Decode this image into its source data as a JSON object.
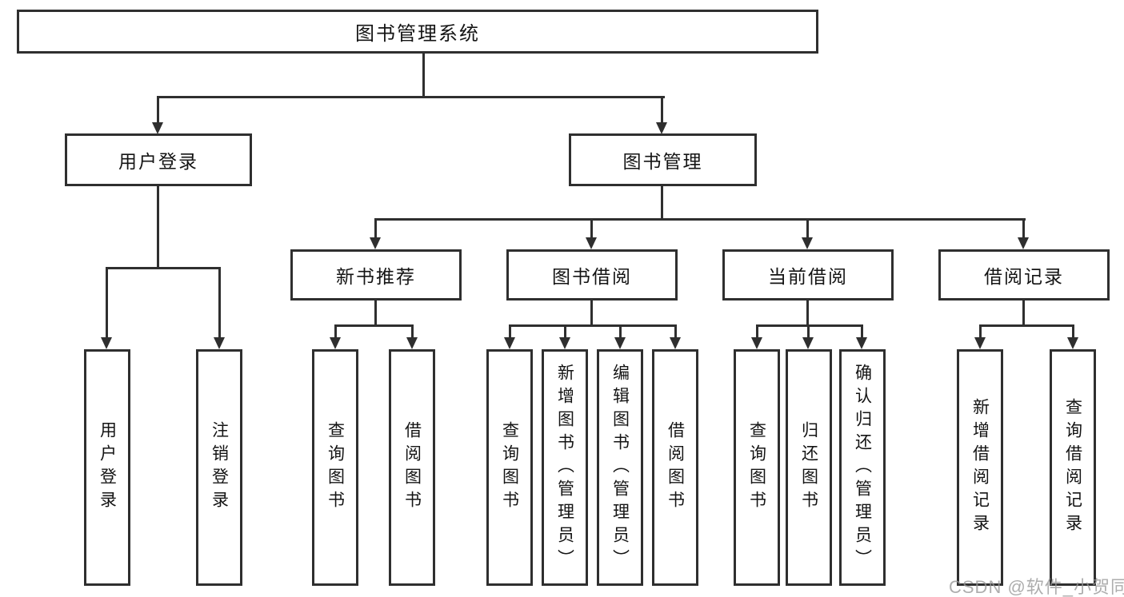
{
  "root": {
    "label": "图书管理系统"
  },
  "level2": {
    "user_login": "用户登录",
    "book_mgmt": "图书管理"
  },
  "level3": {
    "new_book": "新书推荐",
    "borrow": "图书借阅",
    "current": "当前借阅",
    "records": "借阅记录"
  },
  "leaves": {
    "user_login_children": [
      "用户登录",
      "注销登录"
    ],
    "new_book_children": [
      "查询图书",
      "借阅图书"
    ],
    "borrow_children": [
      "查询图书",
      "新增图书（管理员）",
      "编辑图书（管理员）",
      "借阅图书"
    ],
    "current_children": [
      "查询图书",
      "归还图书",
      "确认归还（管理员）"
    ],
    "records_children": [
      "新增借阅记录",
      "查询借阅记录"
    ]
  },
  "watermark": "CSDN @软件_小贺同学",
  "colors": {
    "line": "#2f2f2f",
    "text": "#141414",
    "background": "#ffffff",
    "watermark_gray": "#969696"
  }
}
